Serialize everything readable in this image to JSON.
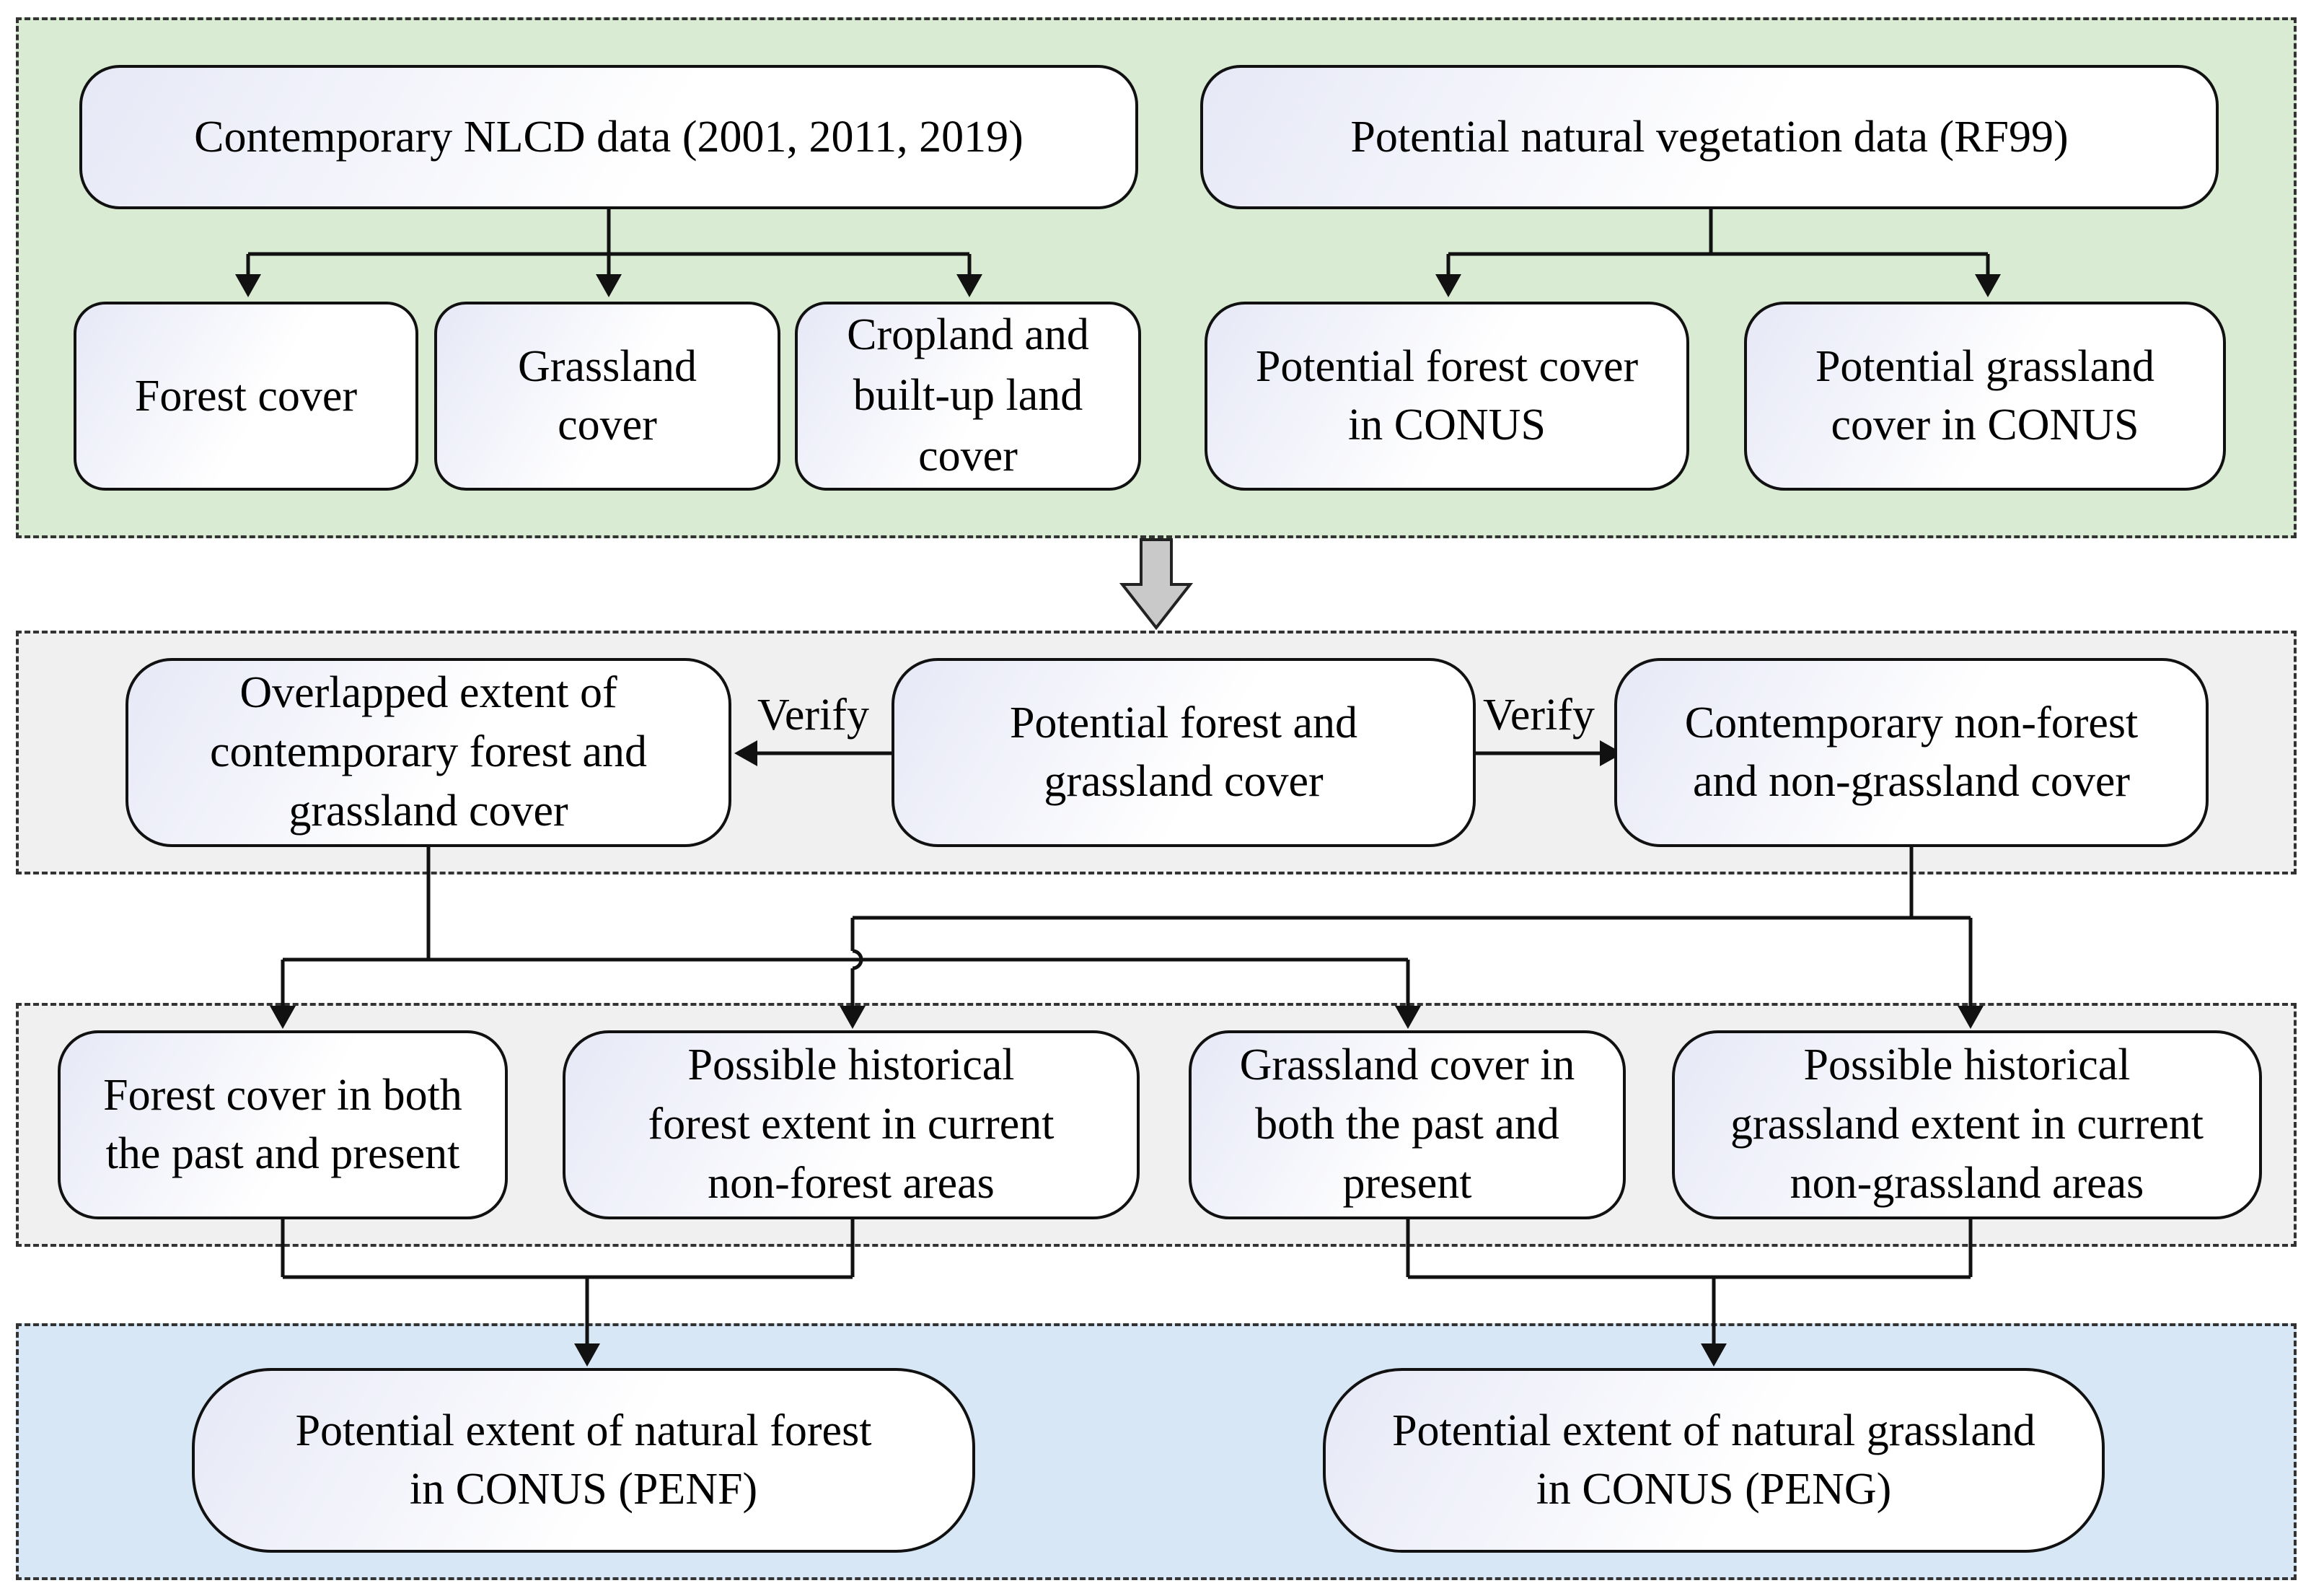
{
  "colors": {
    "top_panel": "#d9ecd3",
    "mid_panel": "#f0f0f0",
    "bottom_panel": "#d7e7f6",
    "line": "#111111"
  },
  "inputs": {
    "nlcd": "Contemporary NLCD data (2001, 2011, 2019)",
    "pnv": "Potential  natural vegetation data (RF99)",
    "forest": "Forest cover",
    "grassland": [
      "Grassland",
      "cover"
    ],
    "cropland": [
      "Cropland and",
      "built-up land",
      "cover"
    ],
    "pot_forest": [
      "Potential forest cover",
      "in CONUS"
    ],
    "pot_grass": [
      "Potential grassland",
      "cover in CONUS"
    ]
  },
  "verification": {
    "overlap": [
      "Overlapped extent of",
      "contemporary forest and",
      "grassland cover"
    ],
    "potential": [
      "Potential forest and",
      "grassland cover"
    ],
    "nonforest": [
      "Contemporary non-forest",
      "and non-grassland cover"
    ],
    "verify_left": "Verify",
    "verify_right": "Verify"
  },
  "categories": {
    "forest_both": [
      "Forest cover in both",
      "the past and present"
    ],
    "hist_forest": [
      "Possible historical",
      "forest extent in current",
      "non-forest areas"
    ],
    "grass_both": [
      "Grassland cover in",
      "both the past and",
      "present"
    ],
    "hist_grass": [
      "Possible historical",
      "grassland extent in current",
      "non-grassland areas"
    ]
  },
  "outputs": {
    "penf": [
      "Potential extent of natural forest",
      "in CONUS (PENF)"
    ],
    "peng": [
      "Potential extent of natural grassland",
      "in CONUS (PENG)"
    ]
  }
}
